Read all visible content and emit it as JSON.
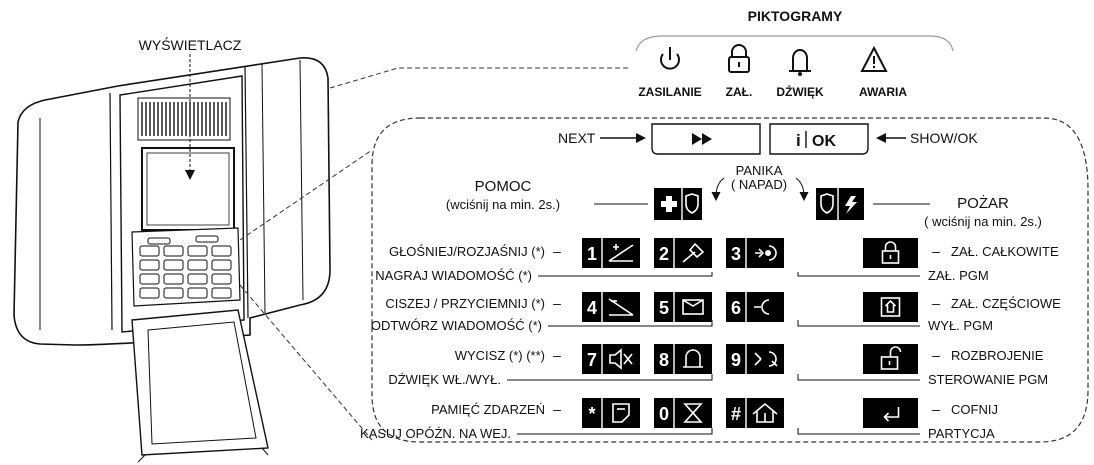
{
  "header": {
    "title": "PIKTOGRAMY"
  },
  "pictograms": [
    {
      "label": "ZASILANIE",
      "icon": "power-icon"
    },
    {
      "label": "ZAŁ.",
      "icon": "padlock-icon"
    },
    {
      "label": "DŹWIĘK",
      "icon": "bell-icon"
    },
    {
      "label": "AWARIA",
      "icon": "warning-triangle-icon"
    }
  ],
  "device": {
    "display_label": "WYŚWIETLACZ"
  },
  "top_buttons": {
    "next_label": "NEXT",
    "next_icon": "fast-forward-icon",
    "ok_info": "i",
    "ok_text": "OK",
    "show_ok_label": "SHOW/OK"
  },
  "panic": {
    "title": "PANIKA",
    "subtitle": "( NAPAD)"
  },
  "help": {
    "title": "POMOC",
    "note": "(wciśnij na min. 2s.)"
  },
  "fire": {
    "title": "POŻAR",
    "note": "( wciśnij na min. 2s.)"
  },
  "left_labels": [
    "GŁOŚNIEJ/ROZJAŚNIJ (*)",
    "NAGRAJ WIADOMOŚĆ (*)",
    "CISZEJ / PRZYCIEMNIJ (*)",
    "ODTWÓRZ WIADOMOŚĆ (*)",
    "WYCISZ (*) (**)",
    "DŹWIĘK WŁ./WYŁ.",
    "PAMIĘĆ ZDARZEŃ",
    "KASUJ OPÓŹN. NA WEJ."
  ],
  "right_labels": [
    "ZAŁ. CAŁKOWITE",
    "ZAŁ. PGM",
    "ZAŁ. CZĘŚCIOWE",
    "WYŁ. PGM",
    "ROZBROJENIE",
    "STEROWANIE PGM",
    "COFNIJ",
    "PARTYCJA"
  ],
  "dash": "–",
  "keys": [
    {
      "num": "1",
      "icon": "brightness-up-icon"
    },
    {
      "num": "2",
      "icon": "microphone-icon"
    },
    {
      "num": "3",
      "icon": "pgm-on-icon"
    },
    {
      "num": "4",
      "icon": "brightness-down-icon"
    },
    {
      "num": "5",
      "icon": "envelope-icon"
    },
    {
      "num": "6",
      "icon": "pgm-off-icon"
    },
    {
      "num": "7",
      "icon": "speaker-mute-icon"
    },
    {
      "num": "8",
      "icon": "bell-icon"
    },
    {
      "num": "9",
      "icon": "pgm-toggle-icon"
    },
    {
      "num": "*",
      "icon": "event-log-icon"
    },
    {
      "num": "0",
      "icon": "hourglass-icon"
    },
    {
      "num": "#",
      "icon": "partition-house-icon"
    }
  ],
  "function_keys": [
    {
      "icon": "arm-full-lock-icon"
    },
    {
      "icon": "arm-home-icon"
    },
    {
      "icon": "disarm-open-lock-icon"
    },
    {
      "icon": "back-arrow-icon"
    }
  ]
}
